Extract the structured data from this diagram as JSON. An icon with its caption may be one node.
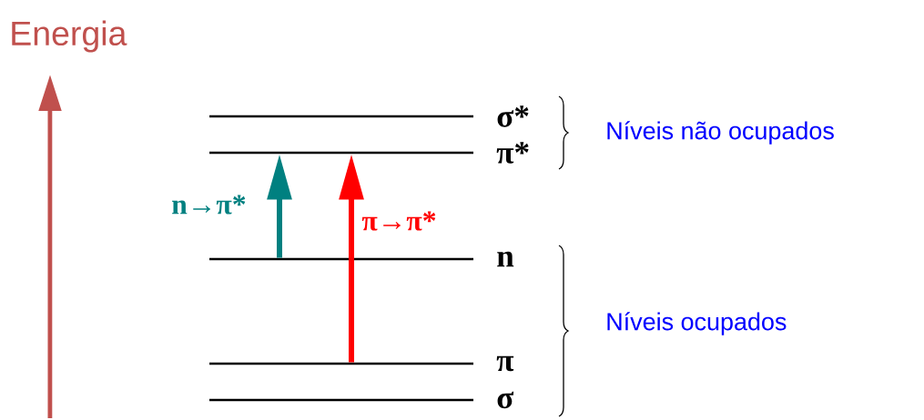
{
  "diagram": {
    "nodes": [
      {
        "text": [],
        "shape": "bar",
        "beside": [
          "σ*"
        ]
      },
      {
        "text": [],
        "shape": "bar",
        "beside": [
          "π*"
        ]
      },
      {
        "text": [],
        "shape": "bar",
        "beside": [
          "n"
        ]
      },
      {
        "text": [],
        "shape": "bar",
        "beside": [
          "π"
        ]
      },
      {
        "text": [],
        "shape": "bar",
        "beside": [
          "σ"
        ]
      }
    ],
    "edges": [
      {
        "from": 2,
        "to": 1,
        "arrow": "to",
        "label": "n→π*",
        "color": "#008080"
      },
      {
        "from": 3,
        "to": 1,
        "arrow": "to",
        "label": "π→π*",
        "color": "#ff0000"
      }
    ],
    "labels": [
      "Energia",
      "Níveis não ocupados",
      "Níveis ocupados"
    ]
  }
}
